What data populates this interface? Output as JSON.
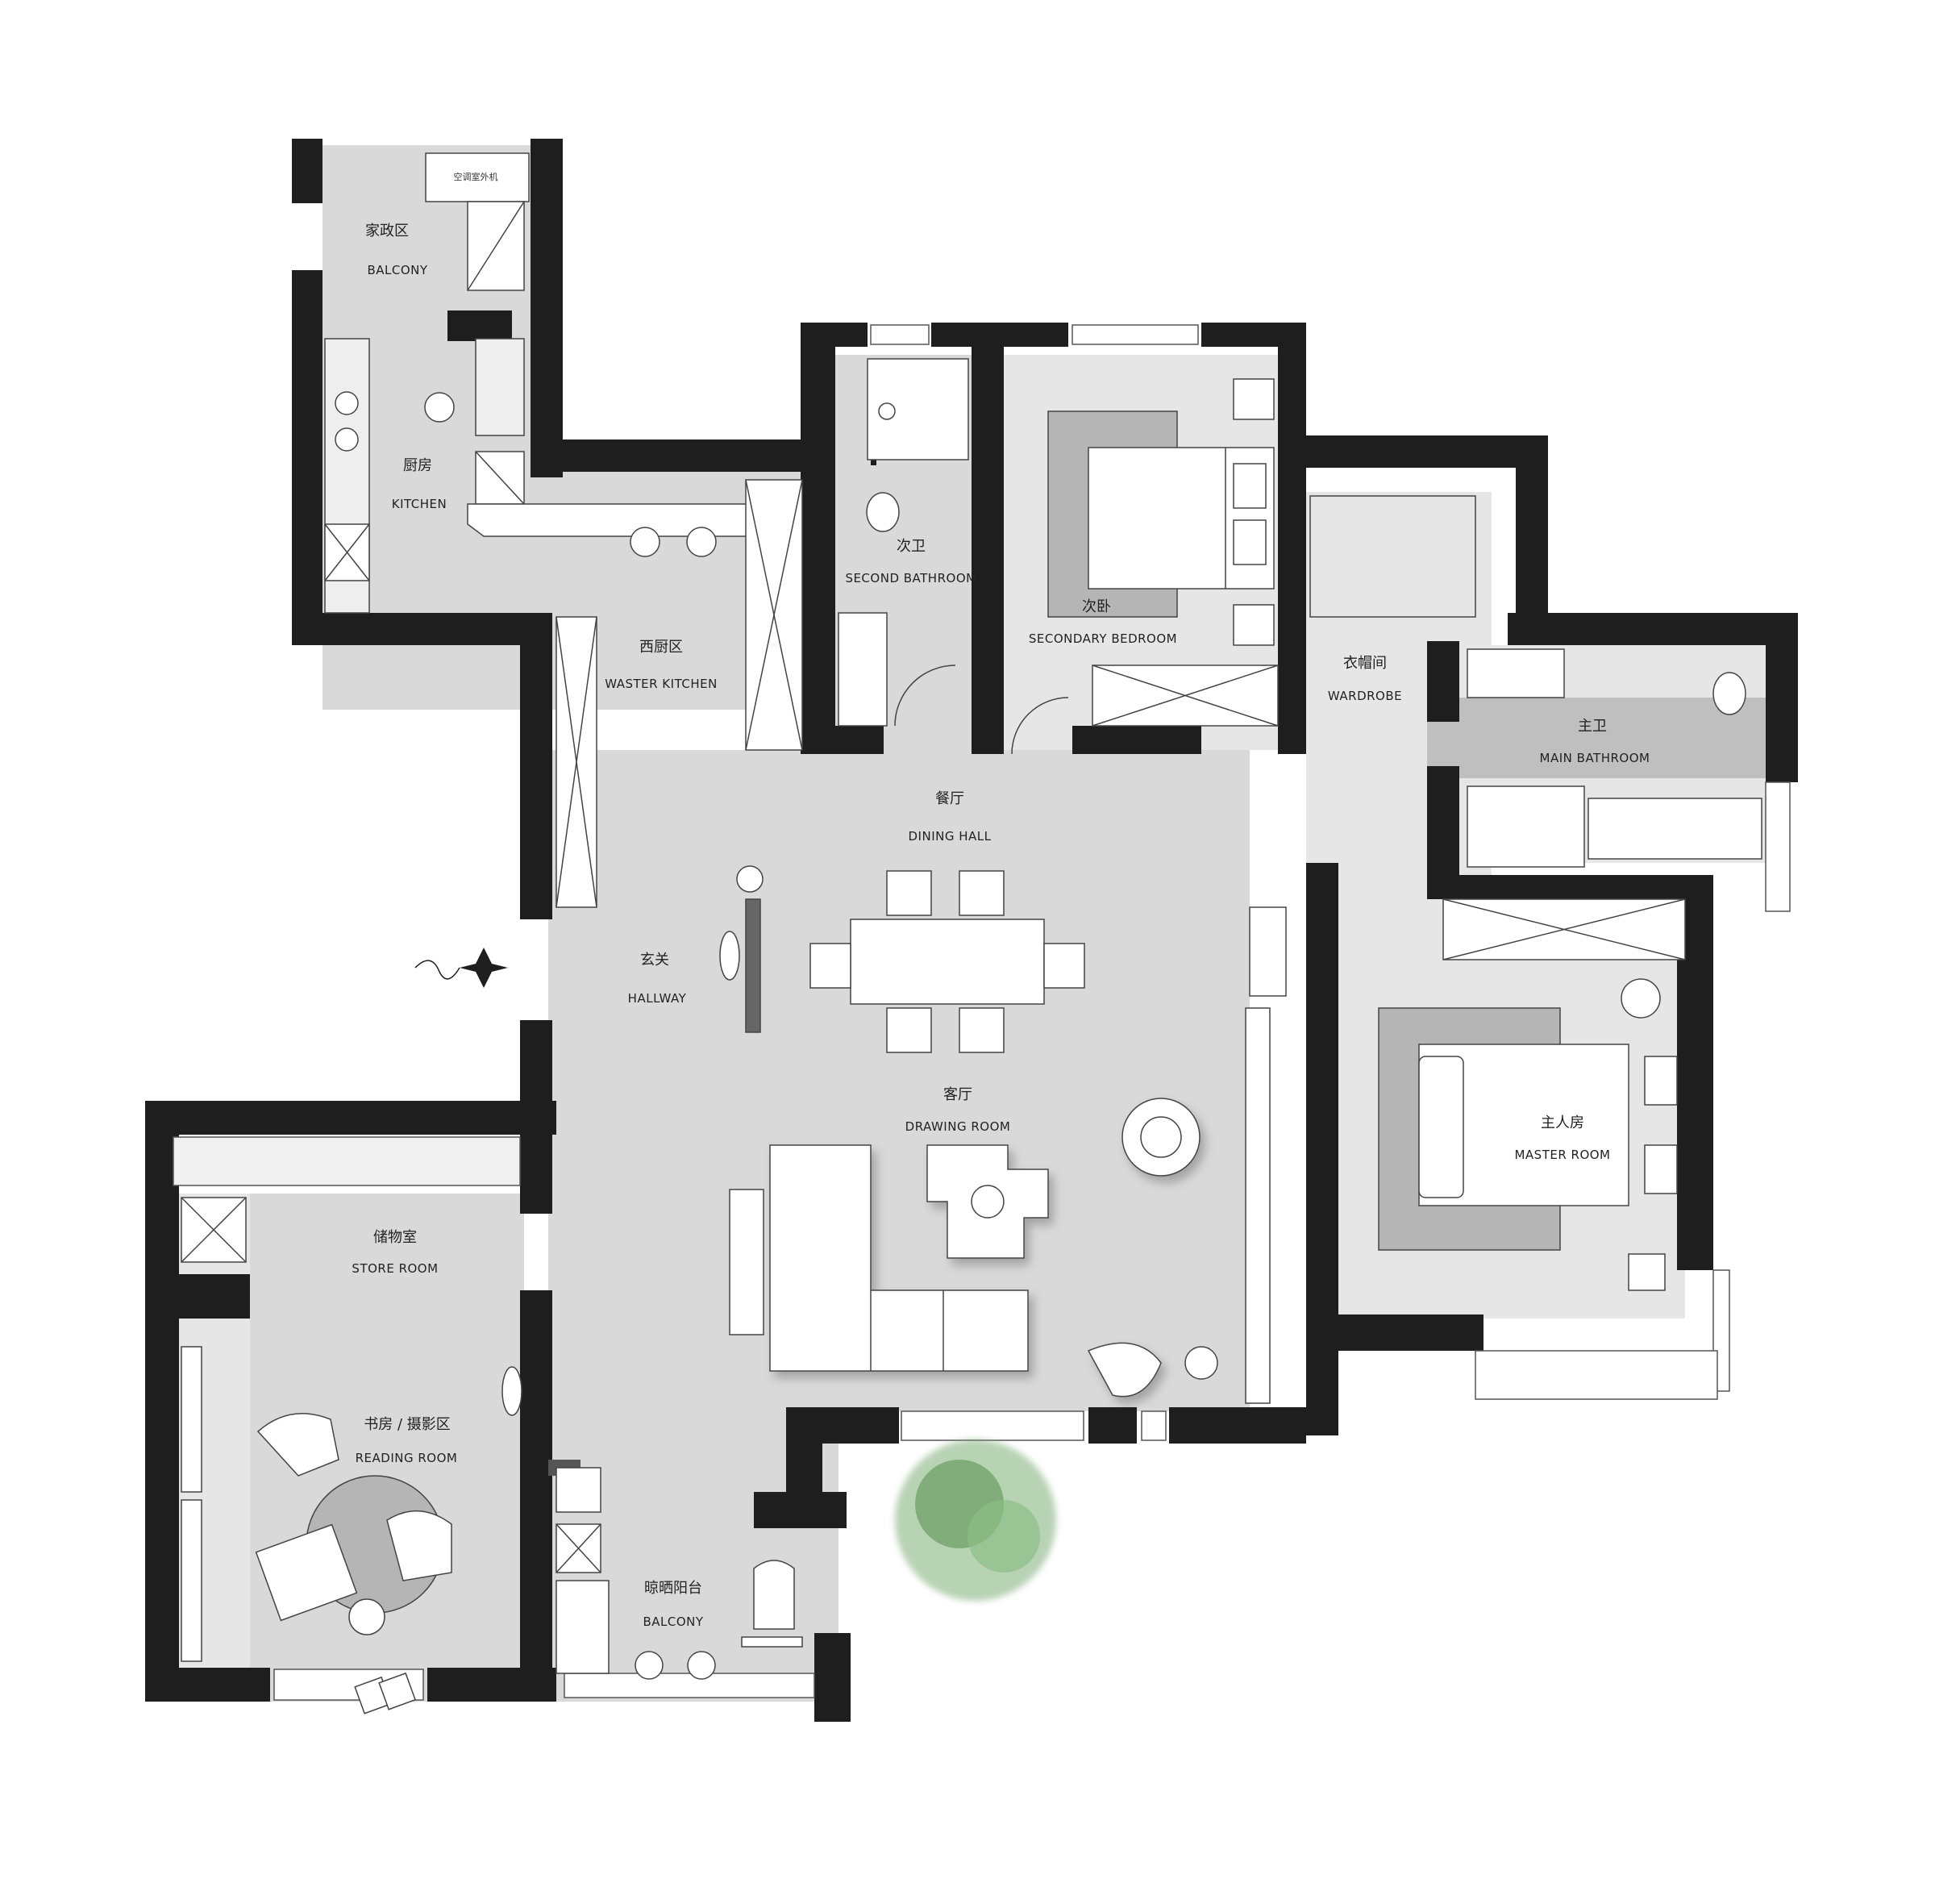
{
  "colors": {
    "wall": "#1e1e1e",
    "floor": "#d9d9d9",
    "floor_light": "#e6e6e6",
    "furniture": "#ffffff",
    "rug": "#b5b5b5",
    "plant": "#7fae78"
  },
  "ac_unit_label": "空调室外机",
  "rooms": {
    "utility_balcony": {
      "cn": "家政区",
      "en": "BALCONY"
    },
    "kitchen": {
      "cn": "厨房",
      "en": "KITCHEN"
    },
    "western_kitchen": {
      "cn": "西厨区",
      "en": "WASTER KITCHEN"
    },
    "second_bathroom": {
      "cn": "次卫",
      "en": "SECOND BATHROOM"
    },
    "secondary_bedroom": {
      "cn": "次卧",
      "en": "SECONDARY BEDROOM"
    },
    "wardrobe": {
      "cn": "衣帽间",
      "en": "WARDROBE"
    },
    "main_bathroom": {
      "cn": "主卫",
      "en": "MAIN BATHROOM"
    },
    "dining_hall": {
      "cn": "餐厅",
      "en": "DINING HALL"
    },
    "hallway": {
      "cn": "玄关",
      "en": "HALLWAY"
    },
    "drawing_room": {
      "cn": "客厅",
      "en": "DRAWING ROOM"
    },
    "master_room": {
      "cn": "主人房",
      "en": "MASTER ROOM"
    },
    "store_room": {
      "cn": "储物室",
      "en": "STORE ROOM"
    },
    "reading_room": {
      "cn": "书房 / 摄影区",
      "en": "READING ROOM"
    },
    "drying_balcony": {
      "cn": "晾晒阳台",
      "en": "BALCONY"
    }
  }
}
